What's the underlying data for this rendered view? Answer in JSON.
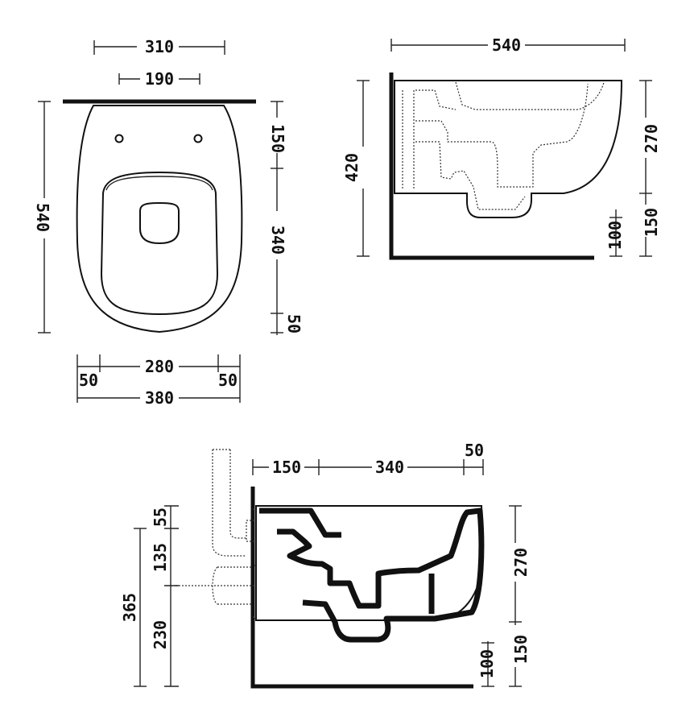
{
  "top_view": {
    "overall_width": "310",
    "hole_spacing": "190",
    "bowl_width": "280",
    "left_margin": "50",
    "right_margin": "50",
    "total_width": "380",
    "overall_depth": "540",
    "depth_to_holes": "150",
    "seat_depth": "340",
    "front_margin": "50"
  },
  "side_view": {
    "overall_length": "540",
    "total_height": "420",
    "bowl_height": "270",
    "floor_clearance": "150",
    "outlet_clearance": "100"
  },
  "section_view": {
    "seg_back": "150",
    "seg_mid": "340",
    "seg_front": "50",
    "inlet_top": "55",
    "inlet_spacing": "135",
    "outlet_height": "230",
    "total_height": "365",
    "bowl_height": "270",
    "floor_clearance": "150",
    "outlet_clearance": "100"
  }
}
